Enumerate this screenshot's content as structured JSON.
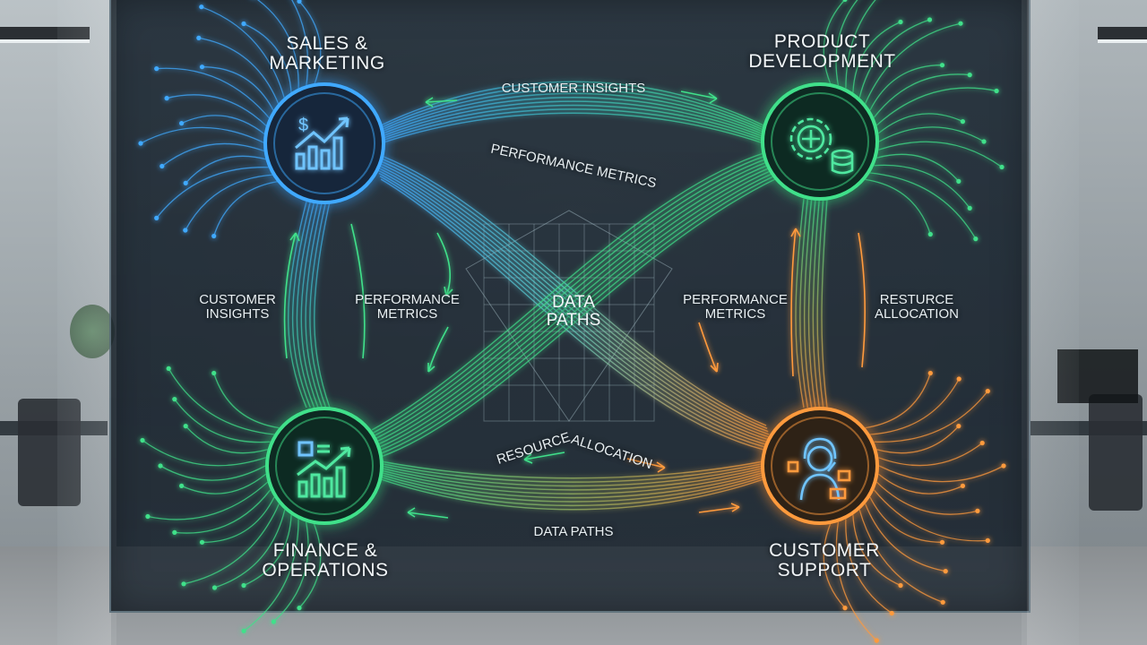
{
  "nodes": {
    "sales": {
      "title": "SALES &\nMARKETING",
      "icon": "sales-chart-icon",
      "color": "#3fa9ff"
    },
    "product": {
      "title": "PRODUCT\nDEVELOPMENT",
      "icon": "gear-database-icon",
      "color": "#3fe08a"
    },
    "finance": {
      "title": "FINANCE &\nOPERATIONS",
      "icon": "finance-chart-icon",
      "color": "#3fe08a"
    },
    "support": {
      "title": "CUSTOMER\nSUPPORT",
      "icon": "headset-agent-icon",
      "color": "#ff9a3c"
    }
  },
  "edge_labels": {
    "top": "CUSTOMER INSIGHTS",
    "diag_top": "PERFORMANCE METRICS",
    "left_outer": "CUSTOMER\nINSIGHTS",
    "left_inner": "PERFORMANCE\nMETRICS",
    "center": "DATA\nPATHS",
    "right_inner": "PERFORMANCE\nMETRICS",
    "right_outer": "RESTURCE\nALLOCATION",
    "diag_bottom_left": "RESOURCE",
    "diag_bottom_right": "ALLOCATION",
    "bottom": "DATA PATHS"
  },
  "colors": {
    "blue": "#3fa9ff",
    "green": "#3fe08a",
    "orange": "#ff9a3c",
    "panel": "#26323c"
  }
}
